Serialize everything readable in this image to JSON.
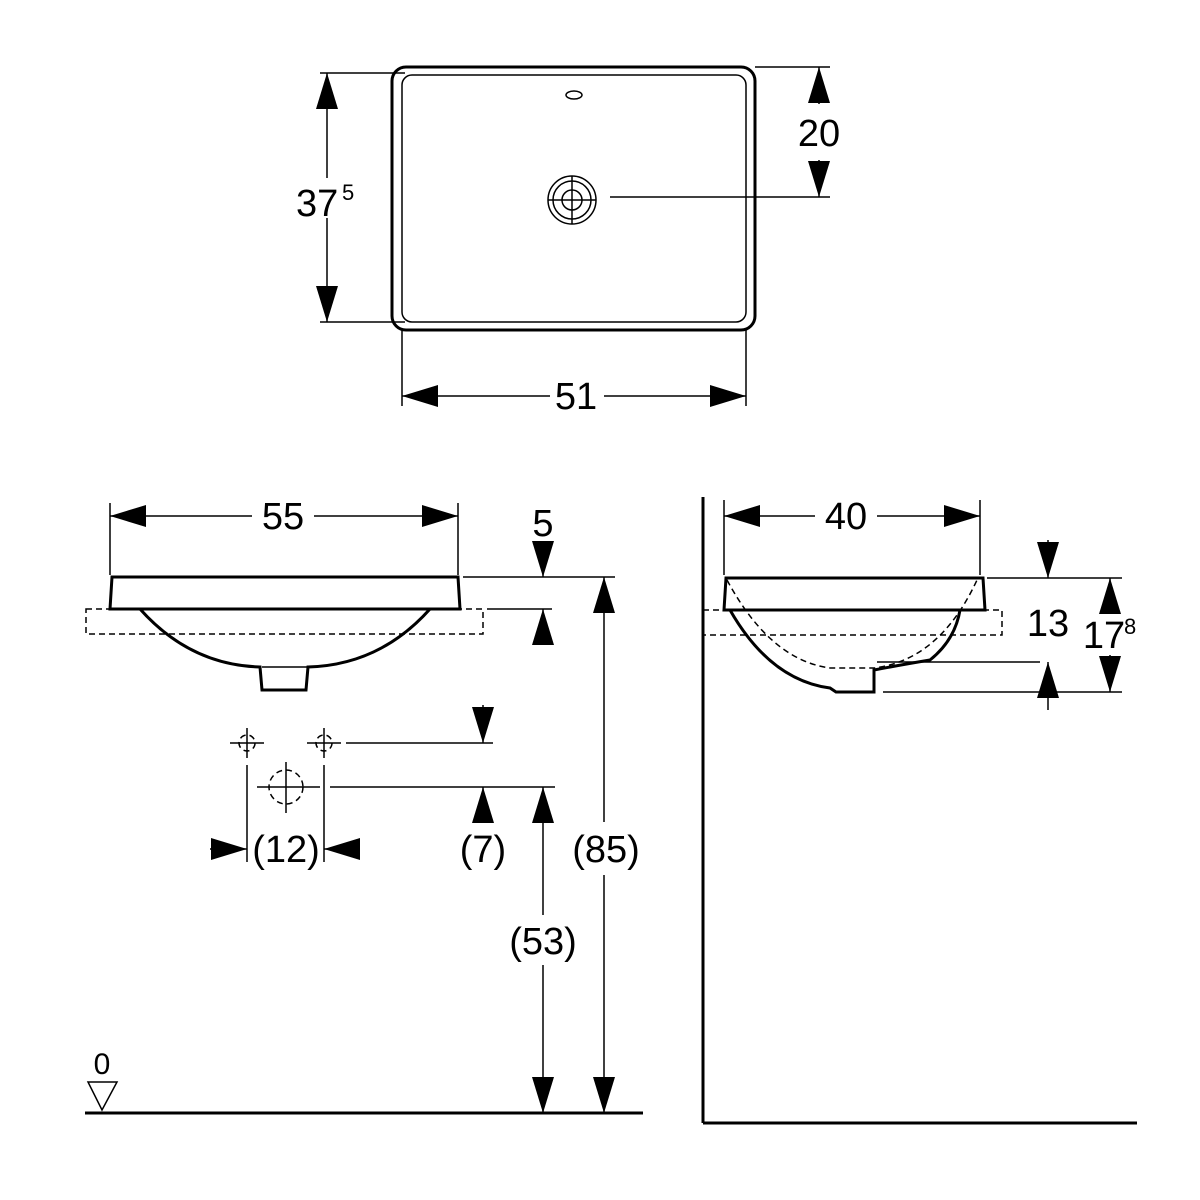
{
  "title": "Washbasin dimension drawing",
  "top_view": {
    "depth_main": "37",
    "depth_sup": "5",
    "drain_offset": "20",
    "width": "51"
  },
  "front_view": {
    "width": "55",
    "rim_thickness": "5",
    "tap_spacing": "(12)",
    "tap_to_drain": "(7)",
    "drain_height": "(53)",
    "rim_height": "(85)",
    "floor_level": "0"
  },
  "side_view": {
    "depth": "40",
    "bowl_depth": "13",
    "total_height_main": "17",
    "total_height_sup": "8"
  }
}
